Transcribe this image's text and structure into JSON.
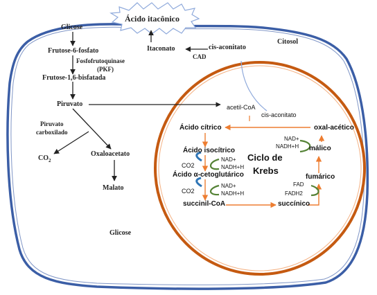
{
  "diagram": {
    "starburst_label": "Ácido itacônico",
    "citosol": {
      "label": "Citosol",
      "glicose_top": "Glicose",
      "frutose_6_fosfato": "Frutose-6-fosfato",
      "enzyme_pfk_line1": "Fosfofrutoquinase",
      "enzyme_pfk_line2": "(PKF)",
      "frutose_1_6": "Frutose-1,6-bisfatada",
      "piruvato": "Piruvato",
      "piruvato_carboxilado_line1": "Piruvato",
      "piruvato_carboxilado_line2": "carboxilado",
      "co2_main": "CO",
      "co2_sub": "2",
      "oxaloacetato": "Oxaloacetato",
      "malato": "Malato",
      "glicose_bottom": "Glicose",
      "itaconato": "Itaconato",
      "cis_aconitato": "cis-aconitato",
      "cad": "CAD"
    },
    "mitochondrion": {
      "acetil_coa": "acetil-CoA",
      "cis_aconitato": "cis-aconitato",
      "acido_citrico": "Ácido cítrico",
      "oxal_acetico": "oxal-acético",
      "acido_isocitrico": "Ácido isocítrico",
      "nad_plus_1": "NAD+",
      "nadh_1": "NADH+H",
      "co2_1": "CO2",
      "acido_cetoglutarico": "Ácido α-cetoglutárico",
      "nad_plus_2": "NAD+",
      "nadh_2": "NADH+H",
      "co2_2": "CO2",
      "succinil_coa": "succinil-CoA",
      "succinico": "succínico",
      "fad": "FAD",
      "fadh2": "FADH2",
      "fumarico": "fumárico",
      "nad_plus_3": "NAD+",
      "nadh_3": "NADH+H",
      "malico": "málico",
      "ciclo_line1": "Ciclo de",
      "ciclo_line2": "Krebs"
    },
    "colors": {
      "cell_membrane": "#3b5ea6",
      "mitochondrion_membrane": "#c55a11",
      "cycle_arrow": "#ed7d31",
      "cofactor_green": "#548235",
      "co2_blue": "#2e75b6"
    }
  }
}
